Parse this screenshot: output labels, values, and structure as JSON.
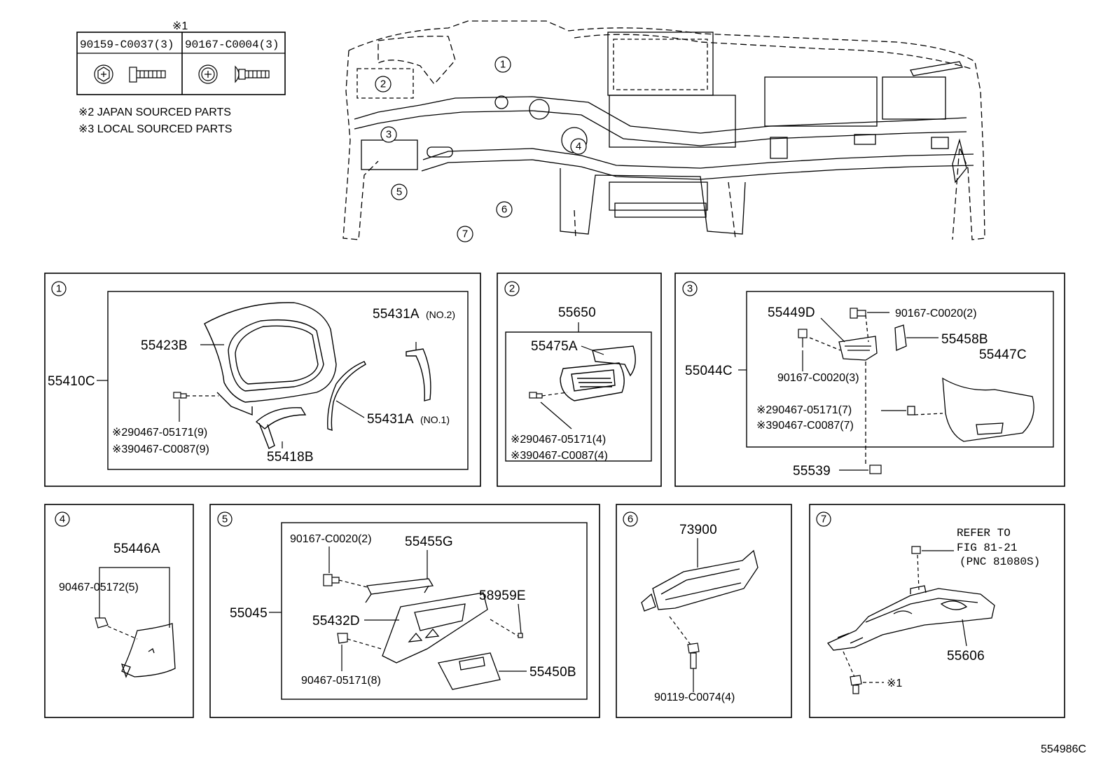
{
  "legend": {
    "marker": "※1",
    "bolts": [
      {
        "part": "90159-C0037(3)"
      },
      {
        "part": "90167-C0004(3)"
      }
    ],
    "notes": [
      "※2 JAPAN SOURCED PARTS",
      "※3 LOCAL SOURCED PARTS"
    ]
  },
  "overview": {
    "callouts": [
      "1",
      "2",
      "3",
      "4",
      "5",
      "6",
      "7"
    ]
  },
  "panels": [
    {
      "number": "1",
      "labels": {
        "assembly": "55410C",
        "hood": "55423B",
        "bezel_lower": "55418B",
        "trim_no2": "55431A",
        "trim_no2_note": "(NO.2)",
        "trim_no1": "55431A",
        "trim_no1_note": "(NO.1)",
        "clip_jp": "※290467-05171(9)",
        "clip_local": "※390467-C0087(9)"
      }
    },
    {
      "number": "2",
      "labels": {
        "assembly": "55650",
        "panel": "55475A",
        "clip_jp": "※290467-05171(4)",
        "clip_local": "※390467-C0087(4)"
      }
    },
    {
      "number": "3",
      "labels": {
        "assembly": "55044C",
        "bracket": "55449D",
        "screw_top": "90167-C0020(2)",
        "bracket_right": "55458B",
        "cover": "55447C",
        "screw_mid": "90167-C0020(3)",
        "clip_jp": "※290467-05171(7)",
        "clip_local": "※390467-C0087(7)",
        "switch": "55539"
      }
    },
    {
      "number": "4",
      "labels": {
        "cover": "55446A",
        "clip": "90467-05172(5)"
      }
    },
    {
      "number": "5",
      "labels": {
        "assembly": "55045",
        "screw": "90167-C0020(2)",
        "rail": "55455G",
        "pin": "58959E",
        "panel": "55432D",
        "clip": "90467-05171(8)",
        "lid": "55450B"
      }
    },
    {
      "number": "6",
      "labels": {
        "module": "73900",
        "bolt": "90119-C0074(4)"
      }
    },
    {
      "number": "7",
      "labels": {
        "refer_1": "REFER TO",
        "refer_2": "FIG 81-21",
        "refer_3": "(PNC 81080S)",
        "reinforcement": "55606",
        "bolt_ref": "※1"
      }
    }
  ],
  "figure_code": "554986C"
}
